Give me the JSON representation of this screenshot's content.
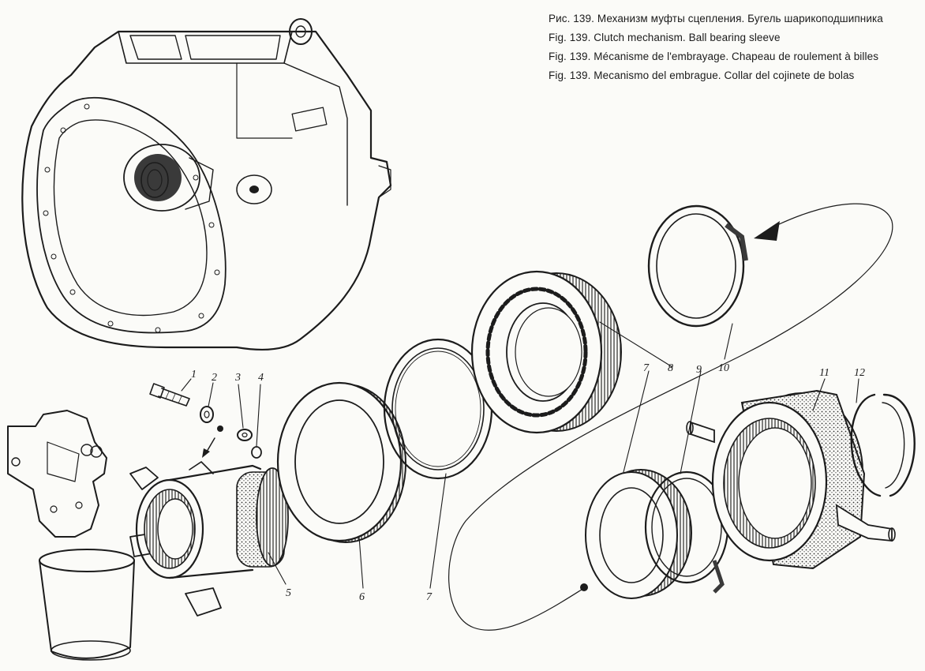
{
  "figure": {
    "captions": [
      "Рис. 139. Механизм муфты сцепления. Бугель шарикоподшипника",
      "Fig. 139. Clutch mechanism. Ball bearing sleeve",
      "Fig. 139. Mécanisme de l'embrayage. Chapeau de roulement à billes",
      "Fig. 139. Mecanismo del embrague. Collar del cojinete de bolas"
    ]
  },
  "callouts": [
    "1",
    "2",
    "3",
    "4",
    "5",
    "6",
    "7",
    "7",
    "8",
    "9",
    "10",
    "11",
    "12"
  ],
  "colors": {
    "ink": "#1c1c1c",
    "paper": "#fbfbf8",
    "shade": "#6b6b6b"
  }
}
